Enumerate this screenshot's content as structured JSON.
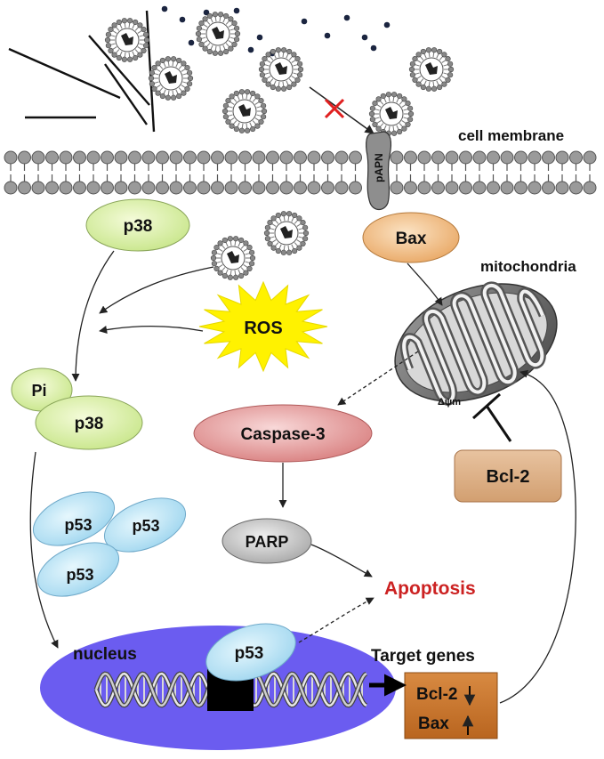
{
  "labels": {
    "cell_membrane": "cell membrane",
    "papn": "pAPN",
    "p38_top": "p38",
    "bax": "Bax",
    "mitochondria": "mitochondria",
    "delta_psi": "Δψm",
    "ros": "ROS",
    "pi": "Pi",
    "p38_phos": "p38",
    "caspase3": "Caspase-3",
    "bcl2": "Bcl-2",
    "parp": "PARP",
    "apoptosis": "Apoptosis",
    "p53_a": "p53",
    "p53_b": "p53",
    "p53_c": "p53",
    "nucleus": "nucleus",
    "p53_bound": "p53",
    "target_genes": "Target genes",
    "target_bcl2": "Bcl-2",
    "target_bax": "Bax"
  },
  "colors": {
    "green_node": "#d9f0a3",
    "orange_node": "#f2c28a",
    "red_node": "#e8a0a0",
    "grey_node": "#cfcfcf",
    "blue_node": "#bfe6f7",
    "star": "#fff200",
    "nucleus": "#6b5cf0",
    "bcl2_box": "#ddb188",
    "target_box": "#c8742c",
    "apoptosis_text": "#cc2222",
    "inhibit_x": "#e02020"
  }
}
